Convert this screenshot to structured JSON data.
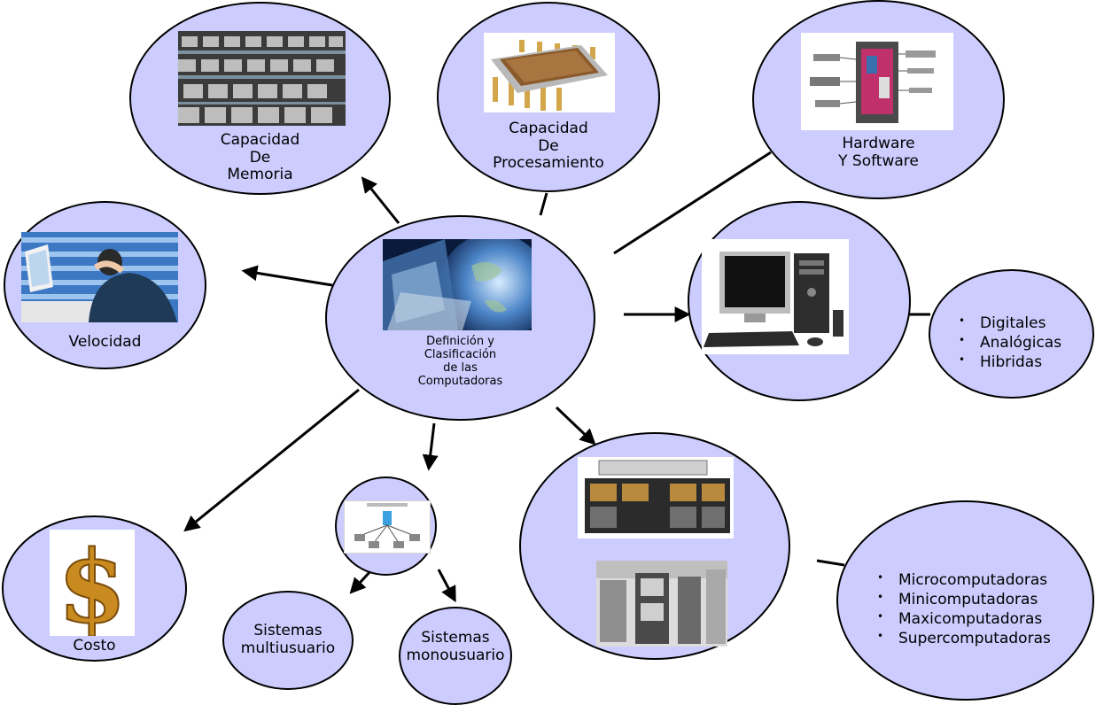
{
  "diagram": {
    "center": {
      "lines": [
        "Definición y",
        "Clasificación",
        "de las",
        "Computadoras"
      ]
    },
    "nodes": {
      "memoria": {
        "lines": [
          "Capacidad",
          "De",
          "Memoria"
        ]
      },
      "procesamiento": {
        "lines": [
          "Capacidad",
          "De",
          "Procesamiento"
        ]
      },
      "hardware": {
        "lines": [
          "Hardware",
          "Y Software"
        ]
      },
      "velocidad": {
        "lines": [
          "Velocidad"
        ]
      },
      "costo": {
        "lines": [
          "Costo"
        ]
      },
      "multiusuario": {
        "lines": [
          "Sistemas",
          "multiusuario"
        ]
      },
      "monousuario": {
        "lines": [
          "Sistemas",
          "monousuario"
        ]
      }
    },
    "tipos": [
      "Digitales",
      "Analógicas",
      "Hibridas"
    ],
    "tamanos": [
      "Microcomputadoras",
      "Minicomputadoras",
      "Maxicomputadoras",
      "Supercomputadoras"
    ]
  },
  "colors": {
    "bubble_fill": "#ccccff",
    "outline": "#000000"
  }
}
